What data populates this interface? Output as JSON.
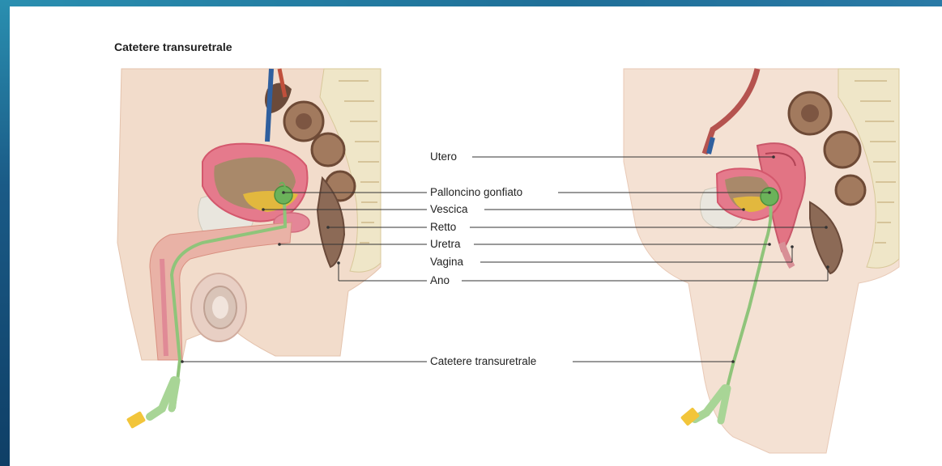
{
  "title": "Catetere transuretrale",
  "labels": {
    "utero": "Utero",
    "palloncino": "Palloncino gonfiato",
    "vescica": "Vescica",
    "retto": "Retto",
    "uretra": "Uretra",
    "vagina": "Vagina",
    "ano": "Ano",
    "catetere": "Catetere transuretrale"
  }
}
